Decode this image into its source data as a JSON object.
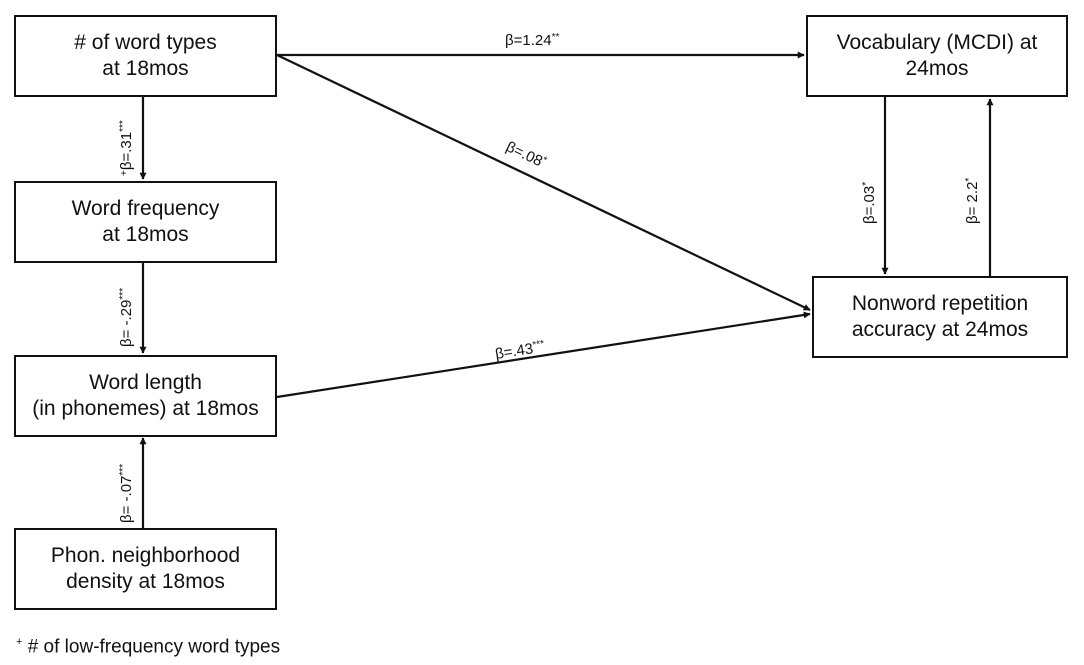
{
  "nodes": {
    "word_types": {
      "line1": "# of word types",
      "line2": "at 18mos"
    },
    "word_frequency": {
      "line1": "Word frequency",
      "line2": "at 18mos"
    },
    "word_length": {
      "line1": "Word length",
      "line2": "(in phonemes) at 18mos"
    },
    "phon_density": {
      "line1": "Phon. neighborhood",
      "line2": "density at 18mos"
    },
    "vocabulary": {
      "line1": "Vocabulary (MCDI) at",
      "line2": "24mos"
    },
    "nonword": {
      "line1": "Nonword repetition",
      "line2": "accuracy at 24mos"
    }
  },
  "paths": {
    "types_to_vocab": {
      "main": "β=1.24",
      "sig": "**"
    },
    "types_to_frequency": {
      "prefix": "+",
      "main": "β=.31",
      "sig": "***"
    },
    "types_to_nonword": {
      "main": "β=.08",
      "sig": "*"
    },
    "frequency_to_length": {
      "main": "β= -.29",
      "sig": "***"
    },
    "length_to_nonword": {
      "main": "β=.43",
      "sig": "***"
    },
    "density_to_length": {
      "main": "β= -.07",
      "sig": "***"
    },
    "vocab_to_nonword": {
      "main": "β=.03",
      "sig": "*"
    },
    "nonword_to_vocab": {
      "main": "β= 2.2",
      "sig": "*"
    }
  },
  "footnote": {
    "marker": "+",
    "text": " # of low-frequency word types"
  }
}
